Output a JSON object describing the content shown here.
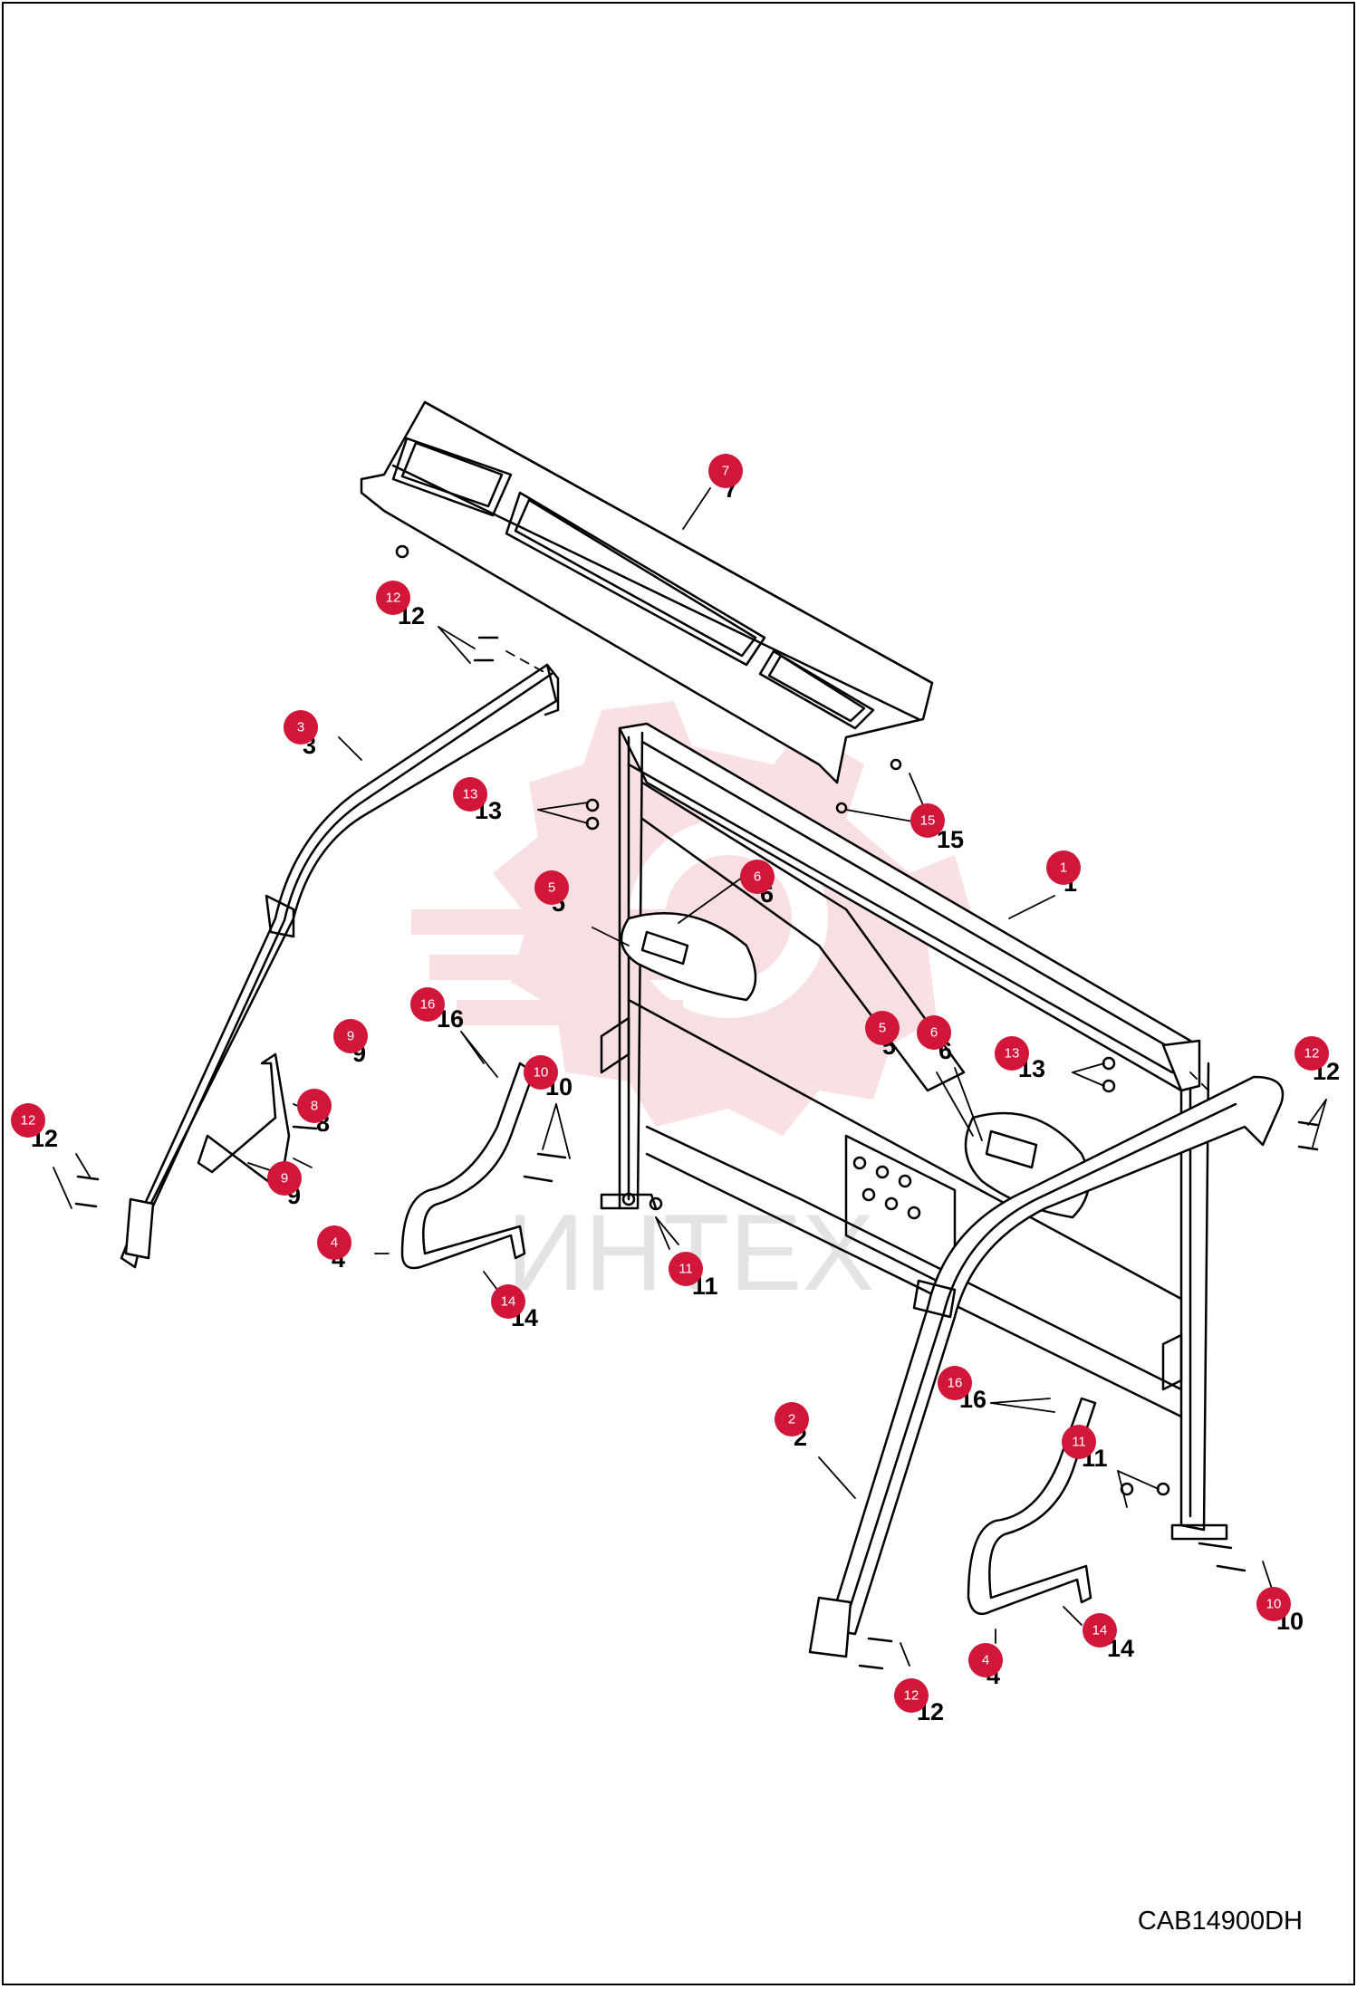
{
  "diagram_code": "CAB14900DH",
  "watermark_text": "ИНТЕХ",
  "colors": {
    "callout": "#d1163a",
    "line": "#000000",
    "watermark": "#f3c6cc"
  },
  "callouts": [
    {
      "id": "c7",
      "label": "7"
    },
    {
      "id": "c12a",
      "label": "12"
    },
    {
      "id": "c3",
      "label": "3"
    },
    {
      "id": "c13a",
      "label": "13"
    },
    {
      "id": "c15",
      "label": "15"
    },
    {
      "id": "c1",
      "label": "1"
    },
    {
      "id": "c5a",
      "label": "5"
    },
    {
      "id": "c6a",
      "label": "6"
    },
    {
      "id": "c9a",
      "label": "9"
    },
    {
      "id": "c16a",
      "label": "16"
    },
    {
      "id": "c10a",
      "label": "10"
    },
    {
      "id": "c8",
      "label": "8"
    },
    {
      "id": "c12b",
      "label": "12"
    },
    {
      "id": "c9b",
      "label": "9"
    },
    {
      "id": "c5b",
      "label": "5"
    },
    {
      "id": "c6b",
      "label": "6"
    },
    {
      "id": "c13b",
      "label": "13"
    },
    {
      "id": "c12c",
      "label": "12"
    },
    {
      "id": "c4a",
      "label": "4"
    },
    {
      "id": "c11a",
      "label": "11"
    },
    {
      "id": "c14a",
      "label": "14"
    },
    {
      "id": "c16b",
      "label": "16"
    },
    {
      "id": "c2",
      "label": "2"
    },
    {
      "id": "c11b",
      "label": "11"
    },
    {
      "id": "c14b",
      "label": "14"
    },
    {
      "id": "c10b",
      "label": "10"
    },
    {
      "id": "c4b",
      "label": "4"
    },
    {
      "id": "c12d",
      "label": "12"
    }
  ],
  "part_numbers": [
    {
      "id": "n7",
      "label": "7"
    },
    {
      "id": "n12a",
      "label": "12"
    },
    {
      "id": "n3",
      "label": "3"
    },
    {
      "id": "n13a",
      "label": "13"
    },
    {
      "id": "n15",
      "label": "15"
    },
    {
      "id": "n1",
      "label": "1"
    },
    {
      "id": "n5a",
      "label": "5"
    },
    {
      "id": "n6a",
      "label": "6"
    },
    {
      "id": "n9a",
      "label": "9"
    },
    {
      "id": "n16a",
      "label": "16"
    },
    {
      "id": "n10a",
      "label": "10"
    },
    {
      "id": "n8",
      "label": "8"
    },
    {
      "id": "n12b",
      "label": "12"
    },
    {
      "id": "n9b",
      "label": "9"
    },
    {
      "id": "n5b",
      "label": "5"
    },
    {
      "id": "n6b",
      "label": "6"
    },
    {
      "id": "n13b",
      "label": "13"
    },
    {
      "id": "n12c",
      "label": "12"
    },
    {
      "id": "n4a",
      "label": "4"
    },
    {
      "id": "n11a",
      "label": "11"
    },
    {
      "id": "n14a",
      "label": "14"
    },
    {
      "id": "n16b",
      "label": "16"
    },
    {
      "id": "n2",
      "label": "2"
    },
    {
      "id": "n11b",
      "label": "11"
    },
    {
      "id": "n14b",
      "label": "14"
    },
    {
      "id": "n10b",
      "label": "10"
    },
    {
      "id": "n4b",
      "label": "4"
    },
    {
      "id": "n12d",
      "label": "12"
    }
  ]
}
